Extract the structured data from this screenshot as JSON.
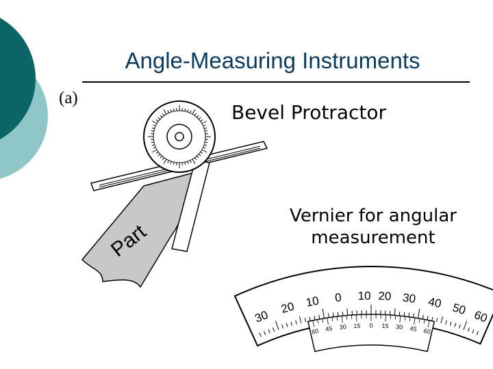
{
  "slide": {
    "title": "Angle-Measuring Instruments",
    "figure_label": "(a)",
    "bevel_caption": "Bevel Protractor",
    "vernier_caption_line1": "Vernier for angular",
    "vernier_caption_line2": "measurement"
  },
  "bevel_protractor": {
    "part_label": "Part"
  },
  "vernier_scale": {
    "main_scale_labels": [
      "30",
      "20",
      "10",
      "0",
      "10",
      "20",
      "30",
      "40",
      "50",
      "60"
    ],
    "vernier_labels": [
      "60",
      "45",
      "30",
      "15",
      "0",
      "15",
      "30",
      "45",
      "60"
    ]
  },
  "colors": {
    "accent_dark": "#0b6466",
    "accent_light": "#8fc7c8",
    "title_text": "#0b3b5c",
    "part_fill": "#c8c8c8"
  }
}
